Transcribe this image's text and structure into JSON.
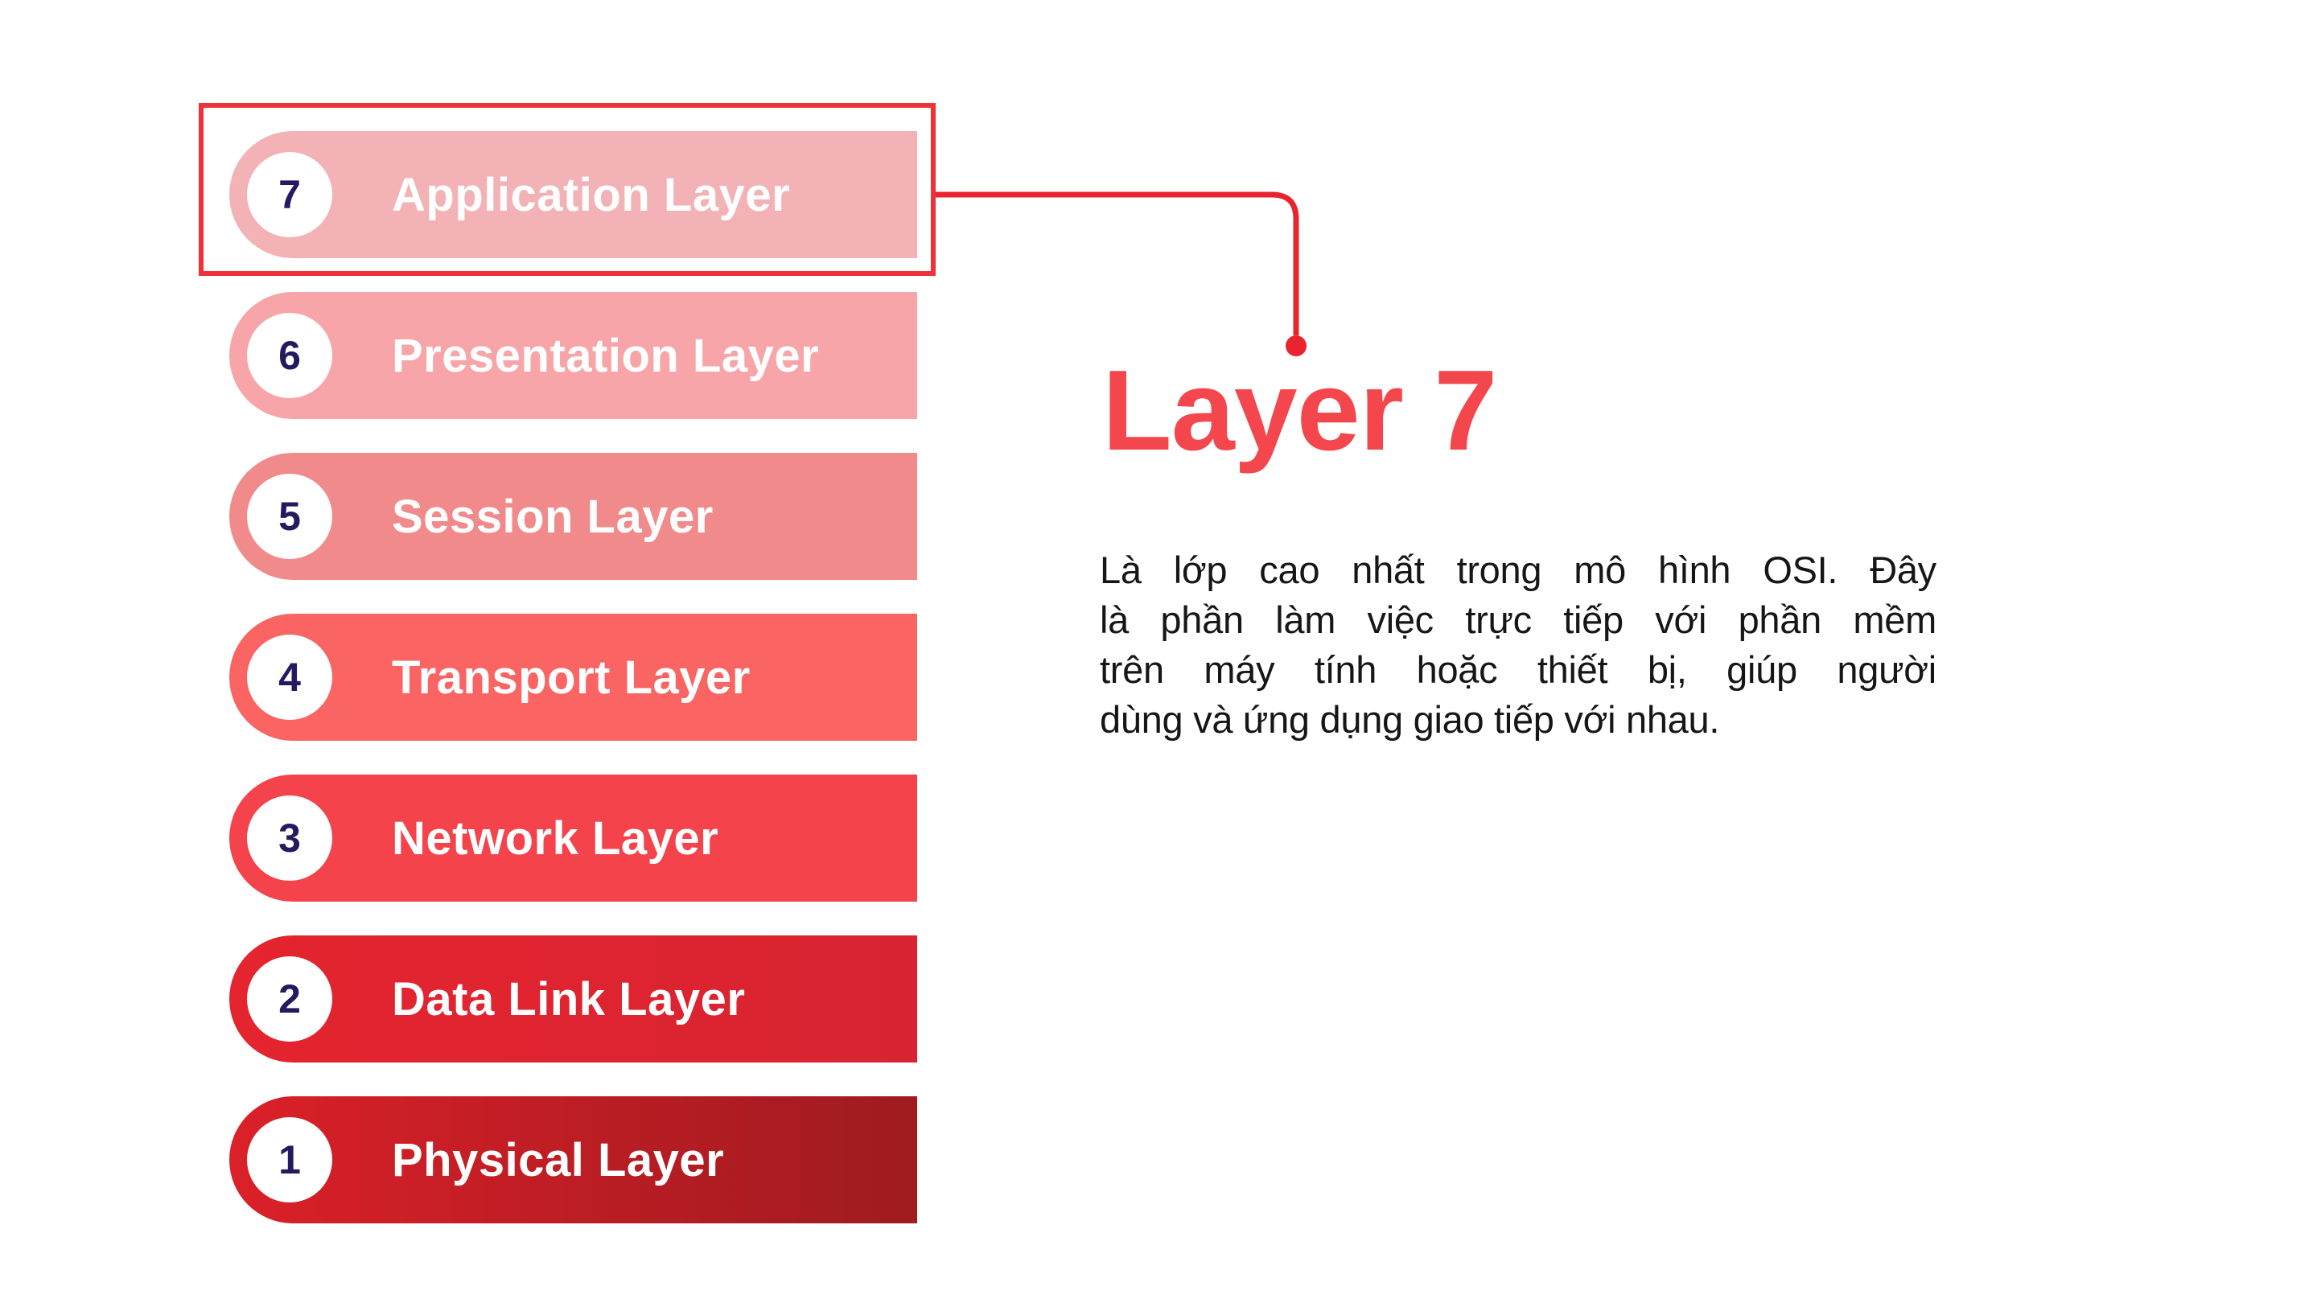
{
  "diagram": {
    "number_color": "#221B60",
    "label_color": "#FFFFFF",
    "highlight_border_color": "#EE3238",
    "connector_color": "#E9242E",
    "layers": [
      {
        "number": "7",
        "label": "Application Layer",
        "color": "#F3B2B5",
        "highlighted": true
      },
      {
        "number": "6",
        "label": "Presentation Layer",
        "color": "#F7A5A8",
        "highlighted": false
      },
      {
        "number": "5",
        "label": "Session Layer",
        "color": "#F18A8B",
        "highlighted": false
      },
      {
        "number": "4",
        "label": "Transport Layer",
        "color": "#FA6462",
        "highlighted": false
      },
      {
        "number": "3",
        "label": "Network Layer",
        "color": "#F4434B",
        "highlighted": false
      },
      {
        "number": "2",
        "label": "Data Link Layer",
        "gradient": [
          "#E4242F",
          "#D82431"
        ],
        "highlighted": false
      },
      {
        "number": "1",
        "label": "Physical Layer",
        "gradient": [
          "#DB2028",
          "#9E1B20"
        ],
        "highlighted": false
      }
    ]
  },
  "detail": {
    "title": "Layer 7",
    "title_color": "#F4474D",
    "description_lines": [
      "Là lớp cao nhất trong mô hình OSI. Đây",
      "là phần làm việc trực tiếp với phần mềm",
      "trên máy tính hoặc thiết bị, giúp người",
      "dùng và ứng dụng giao tiếp với nhau."
    ]
  }
}
